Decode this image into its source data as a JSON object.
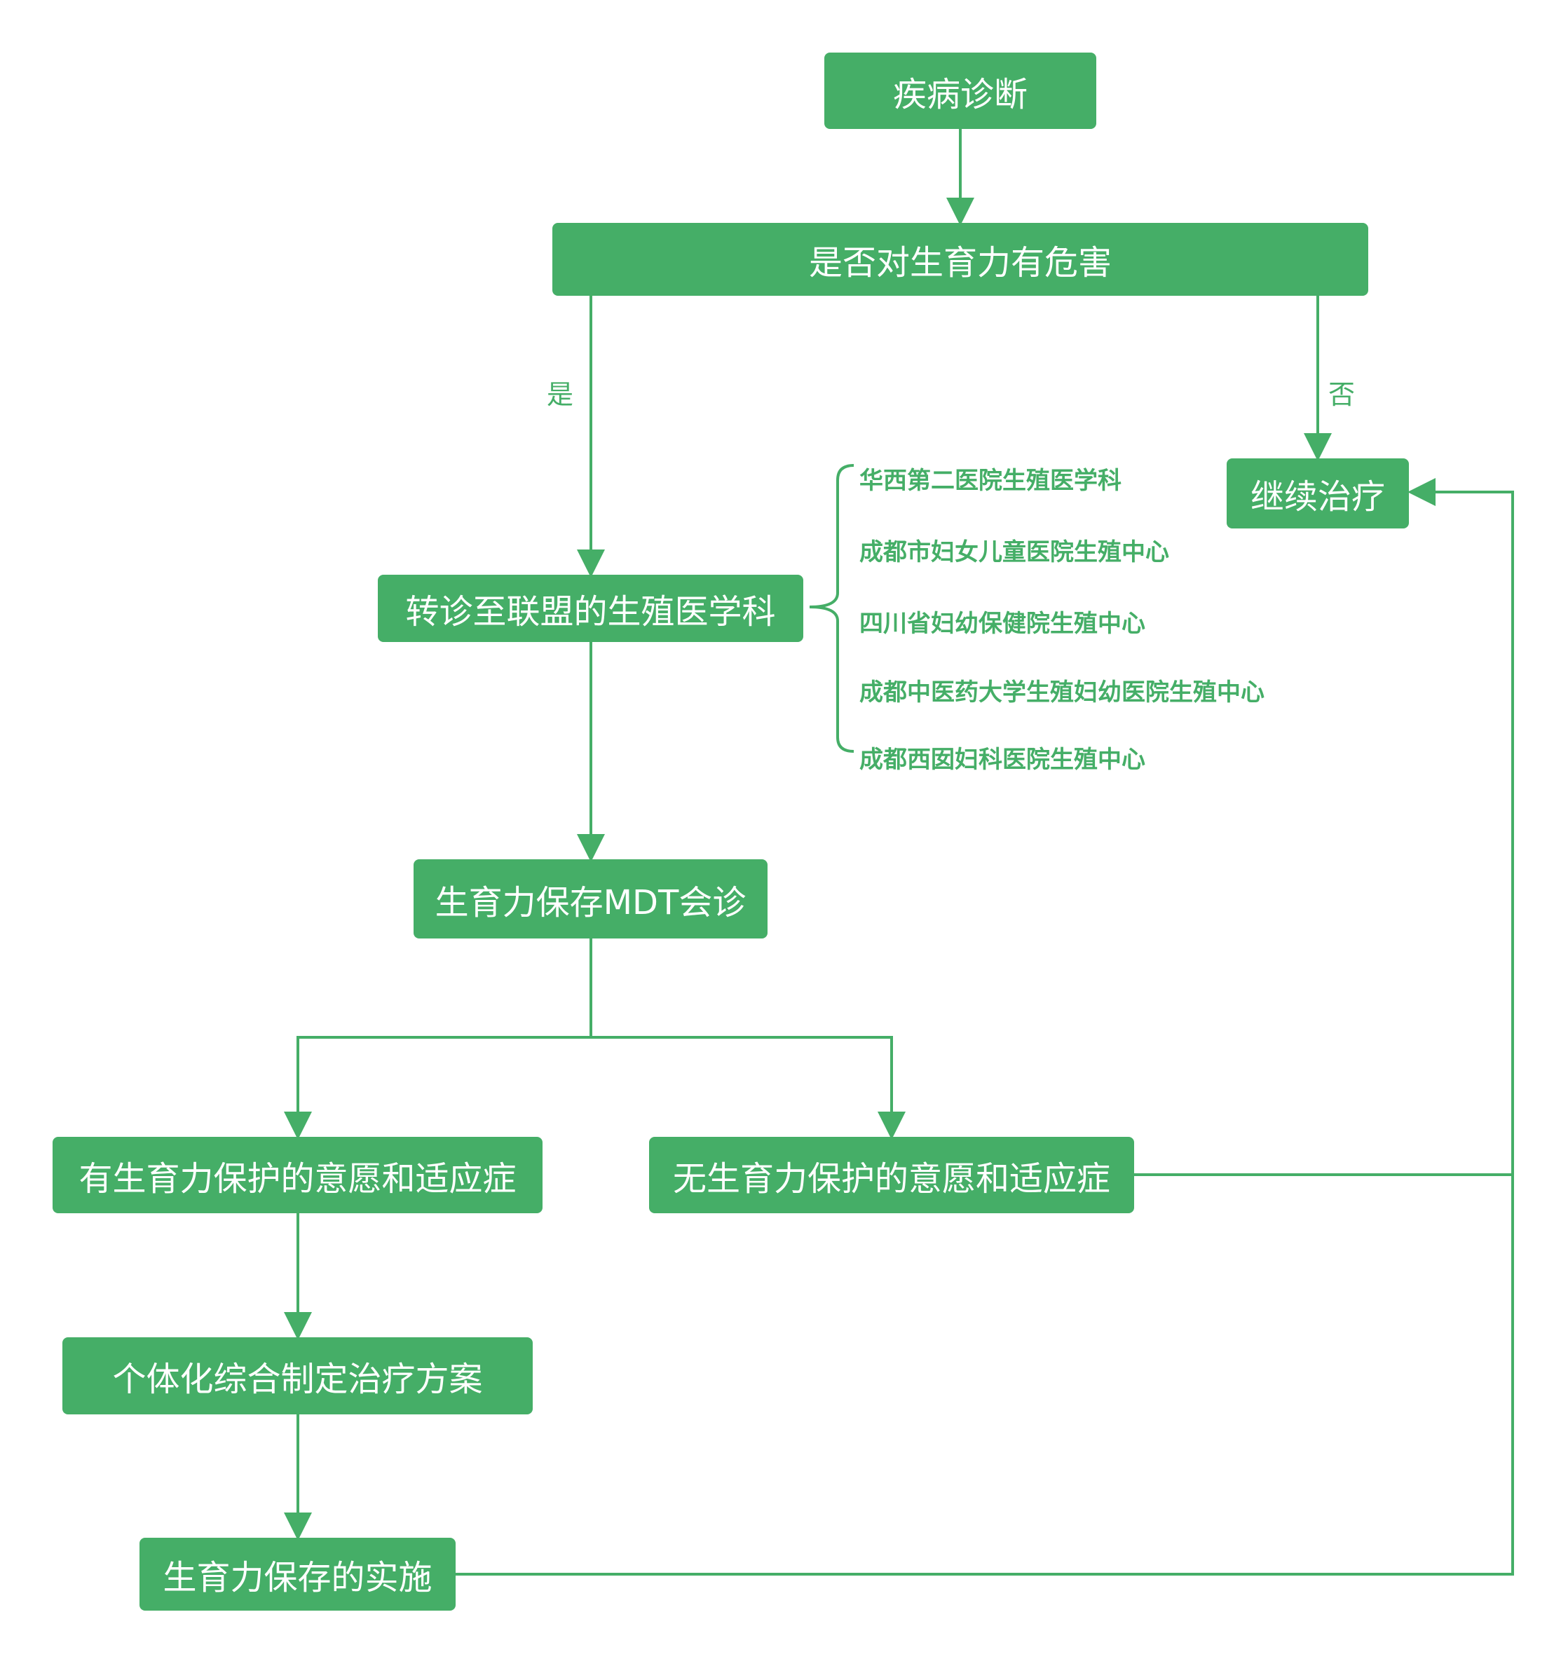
{
  "colors": {
    "accent": "#45ae67",
    "background": "#ffffff",
    "node_text": "#ffffff"
  },
  "nodes": {
    "diagnosis": "疾病诊断",
    "fertility_harm": "是否对生育力有危害",
    "continue_treatment": "继续治疗",
    "referral": "转诊至联盟的生殖医学科",
    "mdt": "生育力保存MDT会诊",
    "has_indication": "有生育力保护的意愿和适应症",
    "no_indication": "无生育力保护的意愿和适应症",
    "individual_plan": "个体化综合制定治疗方案",
    "implementation": "生育力保存的实施"
  },
  "edge_labels": {
    "yes": "是",
    "no": "否"
  },
  "hospitals": [
    "华西第二医院生殖医学科",
    "成都市妇女儿童医院生殖中心",
    "四川省妇幼保健院生殖中心",
    "成都中医药大学生殖妇幼医院生殖中心",
    "成都西囡妇科医院生殖中心"
  ]
}
